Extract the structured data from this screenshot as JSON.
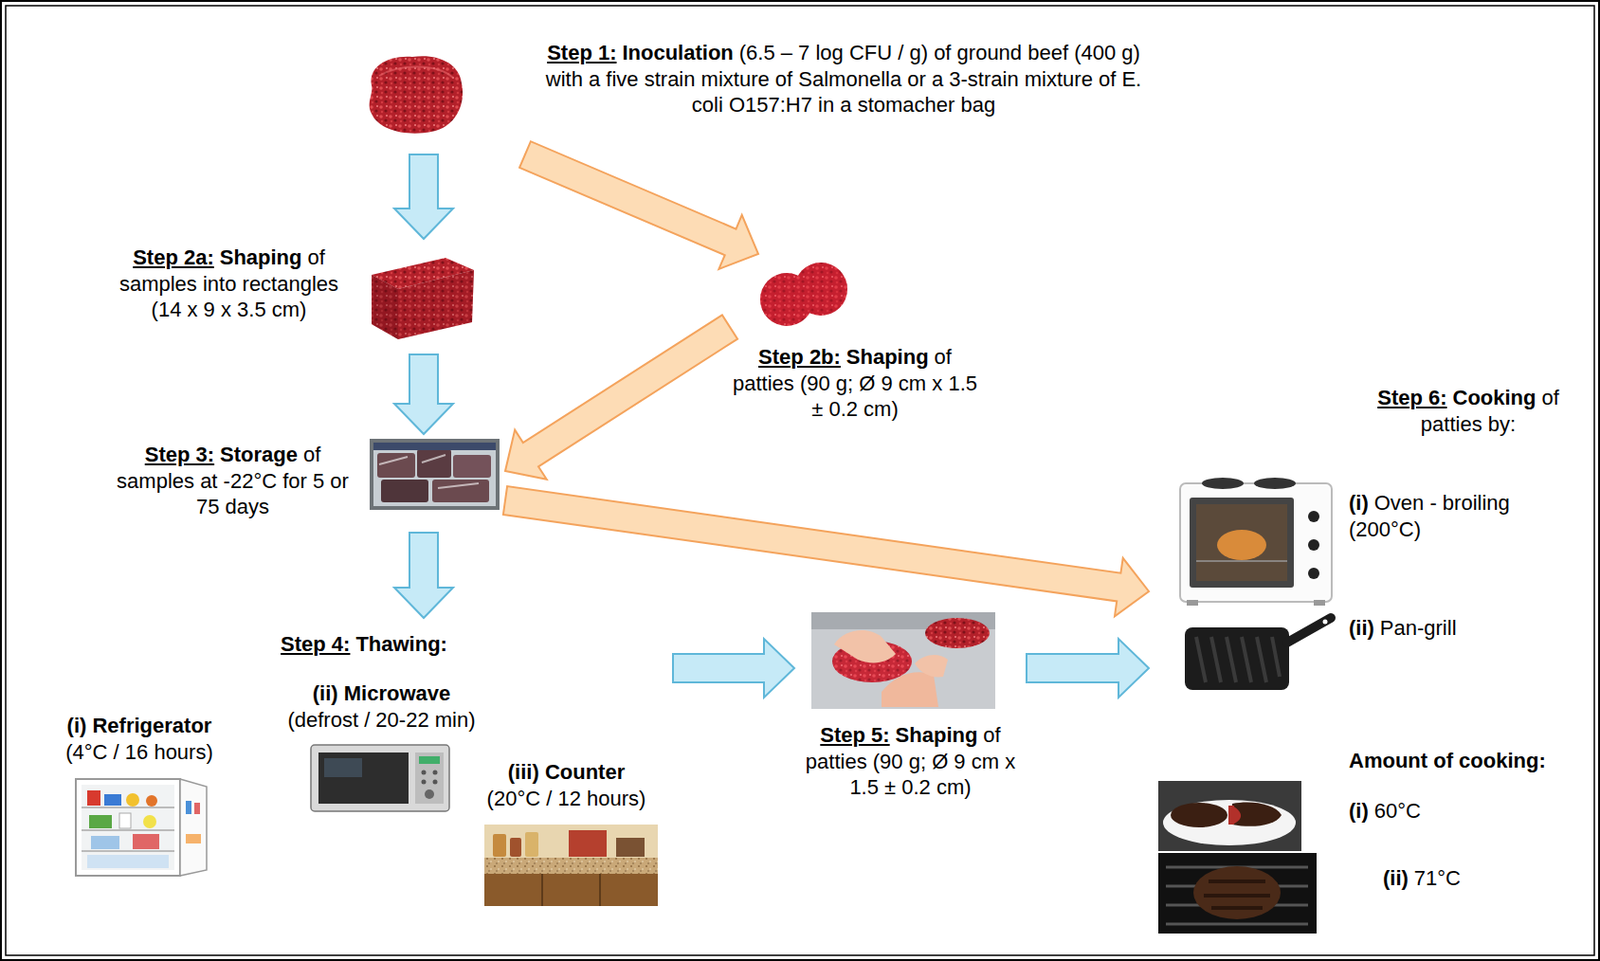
{
  "diagram": {
    "nodes": [
      {
        "text": [
          "Step 1:",
          "Inoculation",
          "(6.5 – 7 log CFU / g) of ground beef (400 g) with a five strain mixture of Salmonella or a 3-strain mixture of E. coli O157:H7 in a stomacher bag"
        ]
      },
      {
        "text": [
          "Step 2a:",
          "Shaping",
          "of samples into rectangles (14 x 9 x 3.5 cm)"
        ]
      },
      {
        "text": [
          "Step 2b:",
          "Shaping",
          "of patties (90 g; Ø 9 cm x 1.5 ± 0.2 cm)"
        ]
      },
      {
        "text": [
          "Step 3:",
          "Storage",
          "of samples at -22°C for 5 or 75 days"
        ]
      },
      {
        "text": [
          "Step 4:",
          "Thawing:"
        ]
      },
      {
        "text": [
          "Step 5:",
          "Shaping",
          "of patties (90 g; Ø 9 cm x 1.5 ± 0.2 cm)"
        ]
      },
      {
        "text": [
          "Step 6:",
          "Cooking",
          "of patties by:"
        ]
      }
    ],
    "edges": [
      {
        "from": 0,
        "to": 1,
        "arrow": "to"
      },
      {
        "from": 0,
        "to": 2,
        "arrow": "to"
      },
      {
        "from": 1,
        "to": 3,
        "arrow": "to"
      },
      {
        "from": 2,
        "to": 3,
        "arrow": "to"
      },
      {
        "from": 3,
        "to": 4,
        "arrow": "to"
      },
      {
        "from": 3,
        "to": 6,
        "arrow": "to"
      },
      {
        "from": 4,
        "to": 5,
        "arrow": "to"
      },
      {
        "from": 5,
        "to": 6,
        "arrow": "to"
      }
    ],
    "labels": [
      "(i) Refrigerator",
      "(4°C / 16 hours)",
      "(ii) Microwave",
      "(defrost / 20-22 min)",
      "(iii) Counter",
      "(20°C / 12 hours)",
      "(i)",
      "Oven - broiling (200°C)",
      "(ii)",
      "Pan-grill",
      "Amount of cooking:",
      "(i)",
      "60°C",
      "(ii)",
      "71°C"
    ]
  }
}
